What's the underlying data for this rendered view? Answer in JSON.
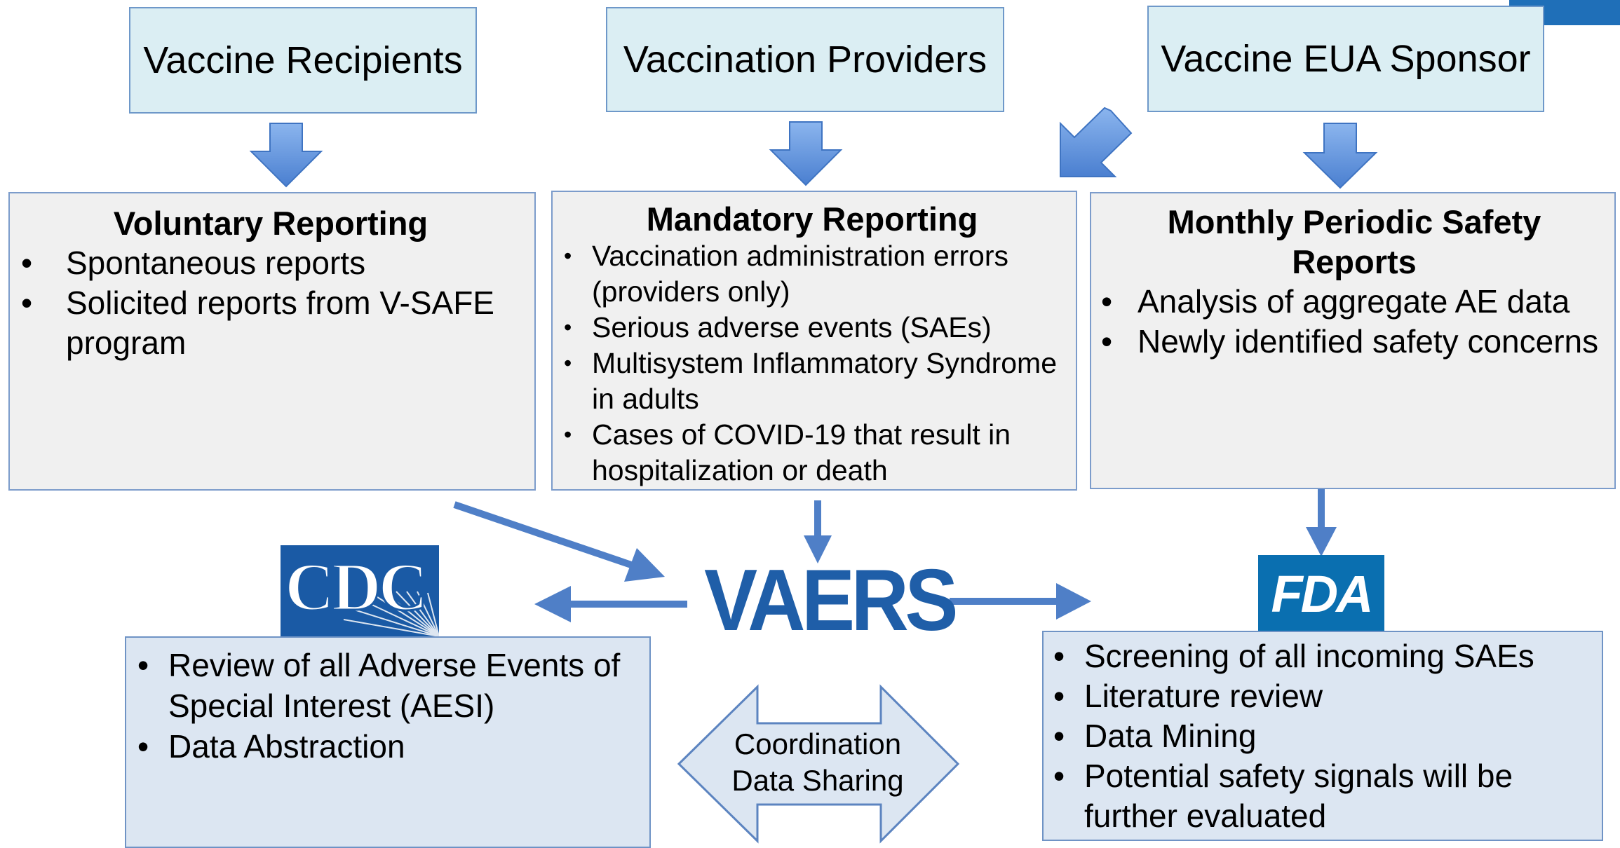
{
  "sources": {
    "recipients": "Vaccine Recipients",
    "providers": "Vaccination Providers",
    "sponsor": "Vaccine EUA Sponsor"
  },
  "voluntary": {
    "title": "Voluntary Reporting",
    "items": [
      "Spontaneous reports",
      "Solicited reports from V-SAFE program"
    ]
  },
  "mandatory": {
    "title": "Mandatory Reporting",
    "items": [
      "Vaccination administration errors (providers only)",
      "Serious adverse events (SAEs)",
      "Multisystem Inflammatory Syndrome in adults",
      "Cases of COVID-19 that result in hospitalization or death"
    ]
  },
  "monthly": {
    "title": "Monthly Periodic Safety Reports",
    "items": [
      "Analysis of aggregate AE data",
      "Newly identified safety concerns"
    ]
  },
  "vaers": "VAERS",
  "cdc": {
    "logo": "CDC",
    "items": [
      "Review of all Adverse Events of Special Interest (AESI)",
      "Data Abstraction"
    ]
  },
  "fda": {
    "logo": "FDA",
    "items": [
      "Screening of all incoming SAEs",
      "Literature review",
      "Data Mining",
      "Potential safety signals will be further evaluated"
    ]
  },
  "coordination": {
    "line1": "Coordination",
    "line2": "Data Sharing"
  },
  "colors": {
    "arrow": "#5b8fd8",
    "vaers_blue": "#1f5ea8",
    "cdc_blue": "#1a5aa5",
    "fda_blue": "#0a6fb0"
  }
}
